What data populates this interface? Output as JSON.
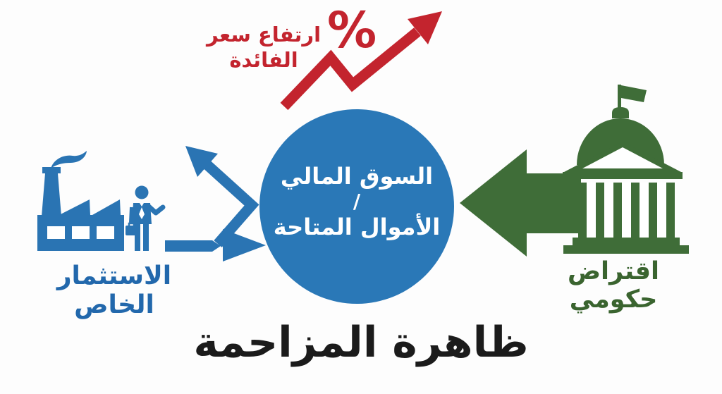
{
  "colors": {
    "red": "#c3242e",
    "blue": "#2a74b3",
    "circle_blue": "#2a78b7",
    "blue_text": "#2268ac",
    "green": "#3f6d38",
    "green_text": "#3a642f",
    "ink": "#1b1b1b",
    "bg": "#fdfdfd"
  },
  "diagram": {
    "title": "ظاهرة المزاحمة",
    "interest_rate": {
      "percent": "%",
      "label_line1": "ارتفاع سعر",
      "label_line2": "الفائدة"
    },
    "financial_market": {
      "line1": "السوق المالي",
      "separator": "/",
      "line2": "الأموال المتاحة"
    },
    "private_investment": {
      "label": "الاستثمار الخاص"
    },
    "government_borrowing": {
      "label": "اقتراض حكومي"
    }
  }
}
